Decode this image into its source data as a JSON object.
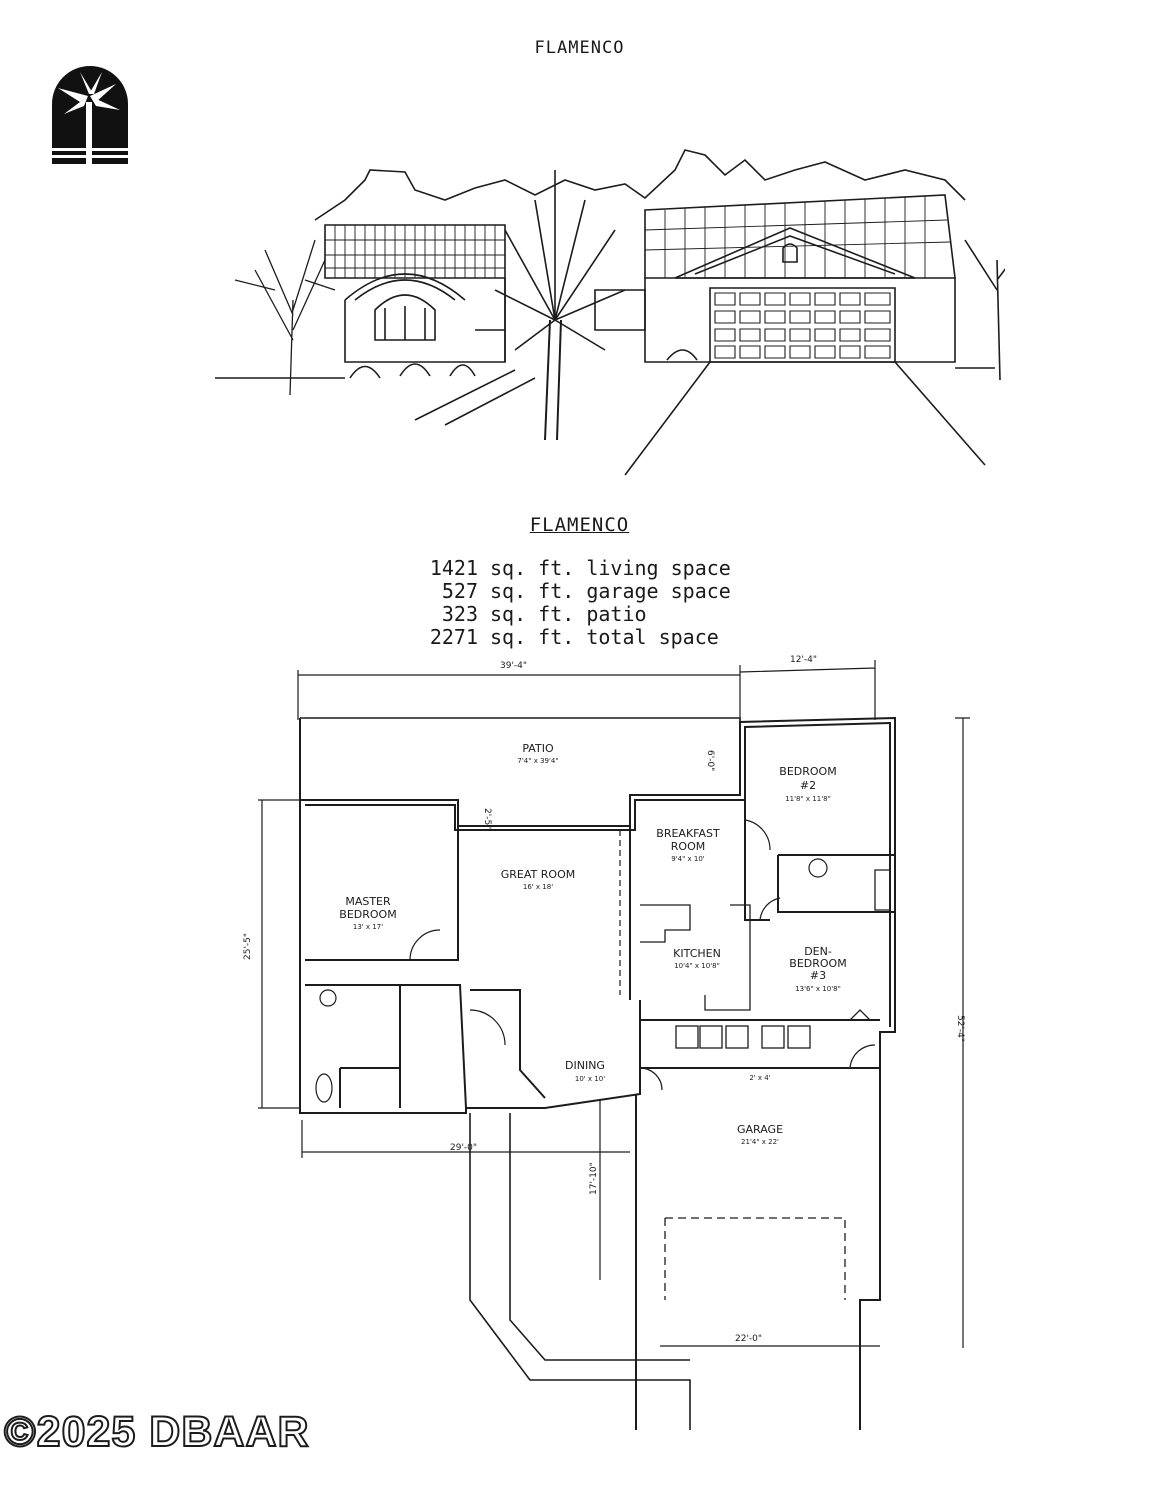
{
  "header": {
    "title": "FLAMENCO"
  },
  "logo": {
    "icon": "palm-tree-arch-logo"
  },
  "plan": {
    "title": "FLAMENCO",
    "areas": [
      {
        "value": "1421",
        "label": "sq. ft. living space"
      },
      {
        "value": "527",
        "label": "sq. ft. garage space"
      },
      {
        "value": "323",
        "label": "sq. ft. patio"
      },
      {
        "value": "2271",
        "label": "sq. ft. total space"
      }
    ],
    "dimensions": {
      "top_left": "39'-4\"",
      "top_right": "12'-4\"",
      "bottom_left": "29'-0\"",
      "bottom_right": "22'-0\"",
      "left_side": "25'-5\"",
      "right_side": "52'-4\"",
      "garage_depth": "17'-10\"",
      "patio_depth": "6'-0\"",
      "small": "2'-5\""
    },
    "rooms": {
      "patio": {
        "name": "PATIO",
        "size": "7'4\" x 39'4\""
      },
      "bedroom2": {
        "name": "BEDROOM",
        "num": "#2",
        "size": "11'8\" x 11'8\""
      },
      "breakfast": {
        "name": "BREAKFAST",
        "name2": "ROOM",
        "size": "9'4\" x 10'"
      },
      "great_room": {
        "name": "GREAT ROOM",
        "size": "16' x 18'"
      },
      "master": {
        "name": "MASTER",
        "name2": "BEDROOM",
        "size": "13' x 17'"
      },
      "kitchen": {
        "name": "KITCHEN",
        "size": "10'4\" x 10'8\""
      },
      "den": {
        "name": "DEN-",
        "name2": "BEDROOM",
        "num": "#3",
        "size": "13'6\" x 10'8\""
      },
      "dining": {
        "name": "DINING",
        "size": "10' x 10'"
      },
      "garage": {
        "name": "GARAGE",
        "size": "21'4\" x 22'"
      },
      "closet": {
        "size": "2' x 4'"
      }
    }
  },
  "footer": {
    "watermark": "©2025 DBAAR"
  }
}
